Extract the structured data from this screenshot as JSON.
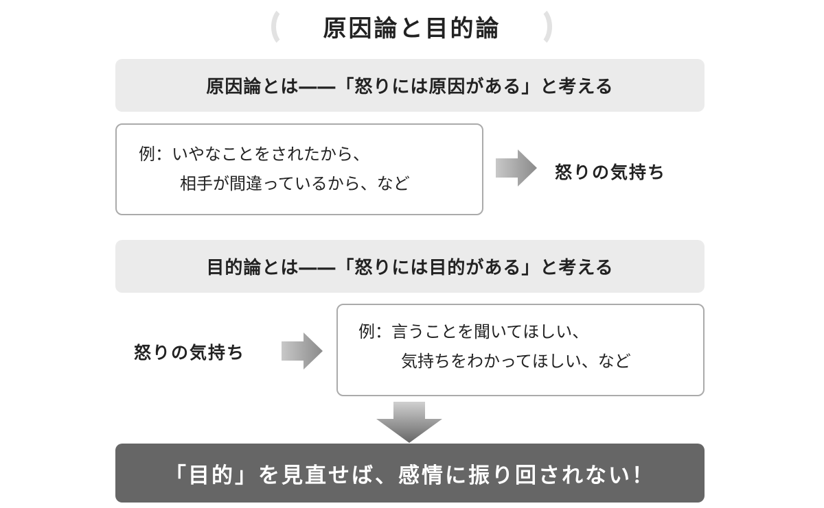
{
  "title": "原因論と目的論",
  "cause": {
    "heading": "原因論とは――「怒りには原因がある」と考える",
    "example_prefix": "例：",
    "example_lines": [
      "いやなことをされたから、",
      "相手が間違っているから、など"
    ],
    "result": "怒りの気持ち"
  },
  "purpose": {
    "heading": "目的論とは――「怒りには目的がある」と考える",
    "source": "怒りの気持ち",
    "example_prefix": "例：",
    "example_lines": [
      "言うことを聞いてほしい、",
      "気持ちをわかってほしい、など"
    ]
  },
  "conclusion": "「目的」を見直せば、感情に振り回されない！"
}
